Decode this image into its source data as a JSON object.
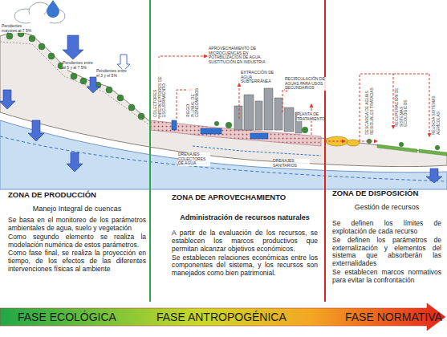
{
  "diagram": {
    "nodes": [
      {
        "text": [
          "ZONA DE PRODUCCIÓN",
          "Manejo Integral de cuencas",
          "Se basa en el monitoreo de los parámetros ambientales de agua, suelo y vegetación",
          "Como segundo elemento se realiza la modelación numérica de estos parámetros.",
          "Como fase final, se realiza la proyección en tiempo, de los efectos de las diferentes intervenciones físicas al ambiente"
        ]
      },
      {
        "text": [
          "ZONA DE APROVECHAMIENTO",
          "Administración de recursos naturales",
          "A partir de la evaluación de los recursos, se establecen los marcos productivos que permitan alcanzar objetivos económicos.",
          "Se establecen relaciones económicas entre los componentes del sistema, y los recursos son manejados como bien patrimonial."
        ]
      },
      {
        "text": [
          "ZONA DE DISPOSICIÓN",
          "Gestión de recursos",
          "Se definen los límites de explotación de cada recurso",
          "Se definen los parámetros de externalización y elementos del sistema que absorberán las externalidades",
          "Se establecen marcos normativos para evitar la confrontación"
        ]
      },
      {
        "text": [
          "FASE ECOLÓGICA",
          "FASE ANTROPOGÉNICA",
          "FASE NORMATIVA"
        ]
      }
    ],
    "labels": [
      "Pendientes mayores al 7 5%",
      "Pendientes entre al 5 y al 7 5%",
      "Pendientes entre el 3 y el 5%",
      "COLECTORES INTERCEPTORES DE ESCURRIMIENTO",
      "RIEGO PLUVIAL DE CONDOMINIOS",
      "APROVECHAMIENTO DE MICROCUENCAS EN POTABILIZACIÓN DE AGUA, SUSTITUCIÓN EN INDUSTRIA",
      "EXTRACCIÓN DE AGUA SUBTERRÁNEA",
      "RECIRCULACIÓN DE AGUAS PARA USOS SECUNDARIOS",
      "PLANTA DE TRATAMIENTO",
      "DRENAJES COLECTORES DE AGUA",
      "DRENAJES SANITARIOS",
      "DESCARGA DE AGUAS RESIDUALES TRATADAS",
      "RECUPERACIÓN DE SISTEMAS ECOLÓGICOS",
      "REUSO A SISTEMAS AGRÍCOLAS"
    ]
  }
}
